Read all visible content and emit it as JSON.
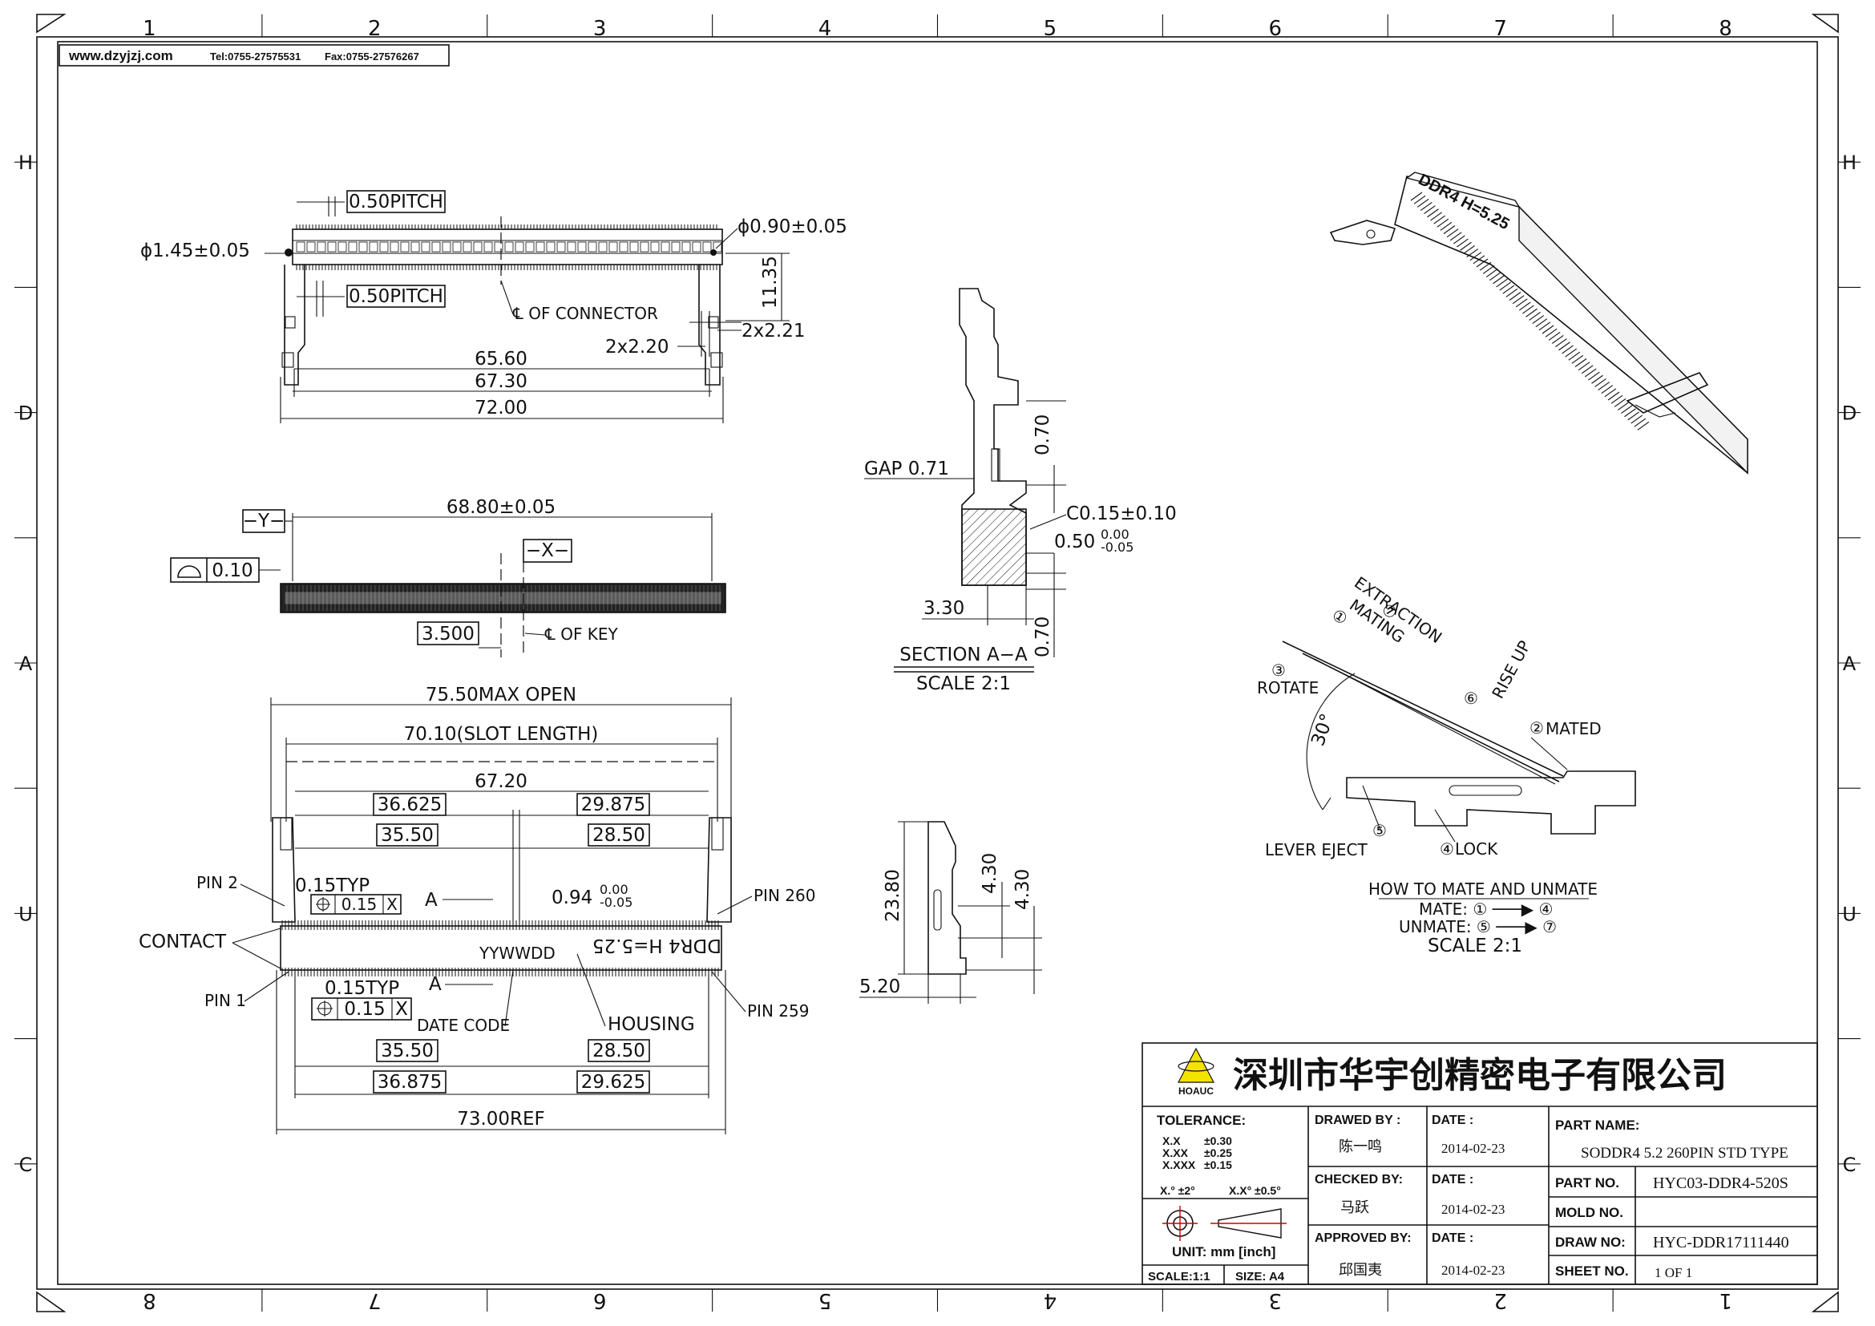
{
  "header": {
    "website": "www.dzyjzj.com",
    "tel": "Tel:0755-27575531",
    "fax": "Fax:0755-27576267"
  },
  "grid": {
    "cols_top": [
      "1",
      "2",
      "3",
      "4",
      "5",
      "6",
      "7",
      "8"
    ],
    "cols_bottom": [
      "8",
      "7",
      "6",
      "5",
      "4",
      "3",
      "2",
      "1"
    ],
    "rows_left": [
      "H",
      "D",
      "A",
      "U",
      "C"
    ],
    "rows_right": [
      "H",
      "D",
      "A",
      "U",
      "C"
    ]
  },
  "top_view": {
    "pitch_top": "0.50PITCH",
    "pitch_bottom": "0.50PITCH",
    "hole_left": "ϕ1.45±0.05",
    "hole_right": "ϕ0.90±0.05",
    "height": "11.35",
    "connector_cl": "℄ OF CONNECTOR",
    "dim_2x220": "2x2.20",
    "dim_2x221": "2x2.21",
    "dim_6560": "65.60",
    "dim_6730": "67.30",
    "dim_7200": "72.00"
  },
  "front_view": {
    "datum_y": "−Y−",
    "datum_x": "−X−",
    "width": "68.80±0.05",
    "flatness": "0.10",
    "key_offset": "3.500",
    "key_cl": "℄ OF KEY"
  },
  "bottom_view": {
    "max_open": "75.50MAX OPEN",
    "slot_length": "70.10(SLOT LENGTH)",
    "dim_6720": "67.20",
    "dim_36625": "36.625",
    "dim_29875": "29.875",
    "dim_3550_top": "35.50",
    "dim_2850_top": "28.50",
    "typ_top": "0.15TYP",
    "pos_top": "0.15",
    "section_a_top": "A",
    "dim_094": "0.94",
    "tol_094_up": "0.00",
    "tol_094_low": "-0.05",
    "pin2": "PIN 2",
    "pin260": "PIN 260",
    "contact": "CONTACT",
    "date_fmt": "YYWWDD",
    "mark": "DDR4 H=5.25",
    "pin1": "PIN 1",
    "pin259": "PIN 259",
    "typ_bottom": "0.15TYP",
    "pos_bottom": "0.15",
    "section_a_bottom": "A",
    "date_code": "DATE CODE",
    "housing": "HOUSING",
    "dim_3550_bot": "35.50",
    "dim_2850_bot": "28.50",
    "dim_36875": "36.875",
    "dim_29625": "29.625",
    "ref": "73.00REF"
  },
  "section_view": {
    "gap": "GAP 0.71",
    "dim_070_top": "0.70",
    "chamfer": "C0.15±0.10",
    "dim_050": "0.50",
    "tol_050_up": "0.00",
    "tol_050_low": "-0.05",
    "dim_330": "3.30",
    "dim_070_bot": "0.70",
    "title": "SECTION A−A",
    "scale": "SCALE 2:1"
  },
  "side_view": {
    "height": "23.80",
    "dim_430_a": "4.30",
    "dim_430_b": "4.30",
    "dim_520": "5.20"
  },
  "mating_view": {
    "extraction": "EXTRACTION",
    "step_extraction": "⑦",
    "mating": "MATING",
    "step_mating": "①",
    "rotate": "ROTATE",
    "step_rotate": "③",
    "rise_up": "RISE UP",
    "step_rise": "⑥",
    "mated": "MATED",
    "step_mated": "②",
    "angle": "30°",
    "lever_eject": "LEVER EJECT",
    "step_lever": "⑤",
    "lock": "LOCK",
    "step_lock": "④",
    "caption": "HOW TO MATE AND UNMATE",
    "mate": "MATE: ① ───▶ ④",
    "unmate": "UNMATE: ⑤ ───▶ ⑦",
    "scale": "SCALE 2:1"
  },
  "iso_label": "DDR4 H=5.25",
  "title_block": {
    "company": "深圳市华宇创精密电子有限公司",
    "logo_text": "HOAUC",
    "tolerance_label": "TOLERANCE:",
    "tol_x": "X.X",
    "tol_x_val": "±0.30",
    "tol_xx": "X.XX",
    "tol_xx_val": "±0.25",
    "tol_xxx": "X.XXX",
    "tol_xxx_val": "±0.15",
    "tol_ang1": "X.°  ±2°",
    "tol_ang2": "X.X°  ±0.5°",
    "unit": "UNIT:  mm  [inch]",
    "scale": "SCALE:1:1",
    "size": "SIZE: A4",
    "drawn_by_label": "DRAWED BY :",
    "drawn_by": "陈一鸣",
    "checked_by_label": "CHECKED BY:",
    "checked_by": "马跃",
    "approved_by_label": "APPROVED BY:",
    "approved_by": "邱国夷",
    "date_label": "DATE :",
    "date1": "2014-02-23",
    "date2": "2014-02-23",
    "date3": "2014-02-23",
    "part_name_label": "PART NAME:",
    "part_name": "SODDR4 5.2 260PIN STD TYPE",
    "part_no_label": "PART NO.",
    "part_no": "HYC03-DDR4-520S",
    "mold_no_label": "MOLD NO.",
    "mold_no": "",
    "draw_no_label": "DRAW NO:",
    "draw_no": "HYC-DDR17111440",
    "sheet_no_label": "SHEET NO.",
    "sheet_no": "1 OF 1"
  }
}
